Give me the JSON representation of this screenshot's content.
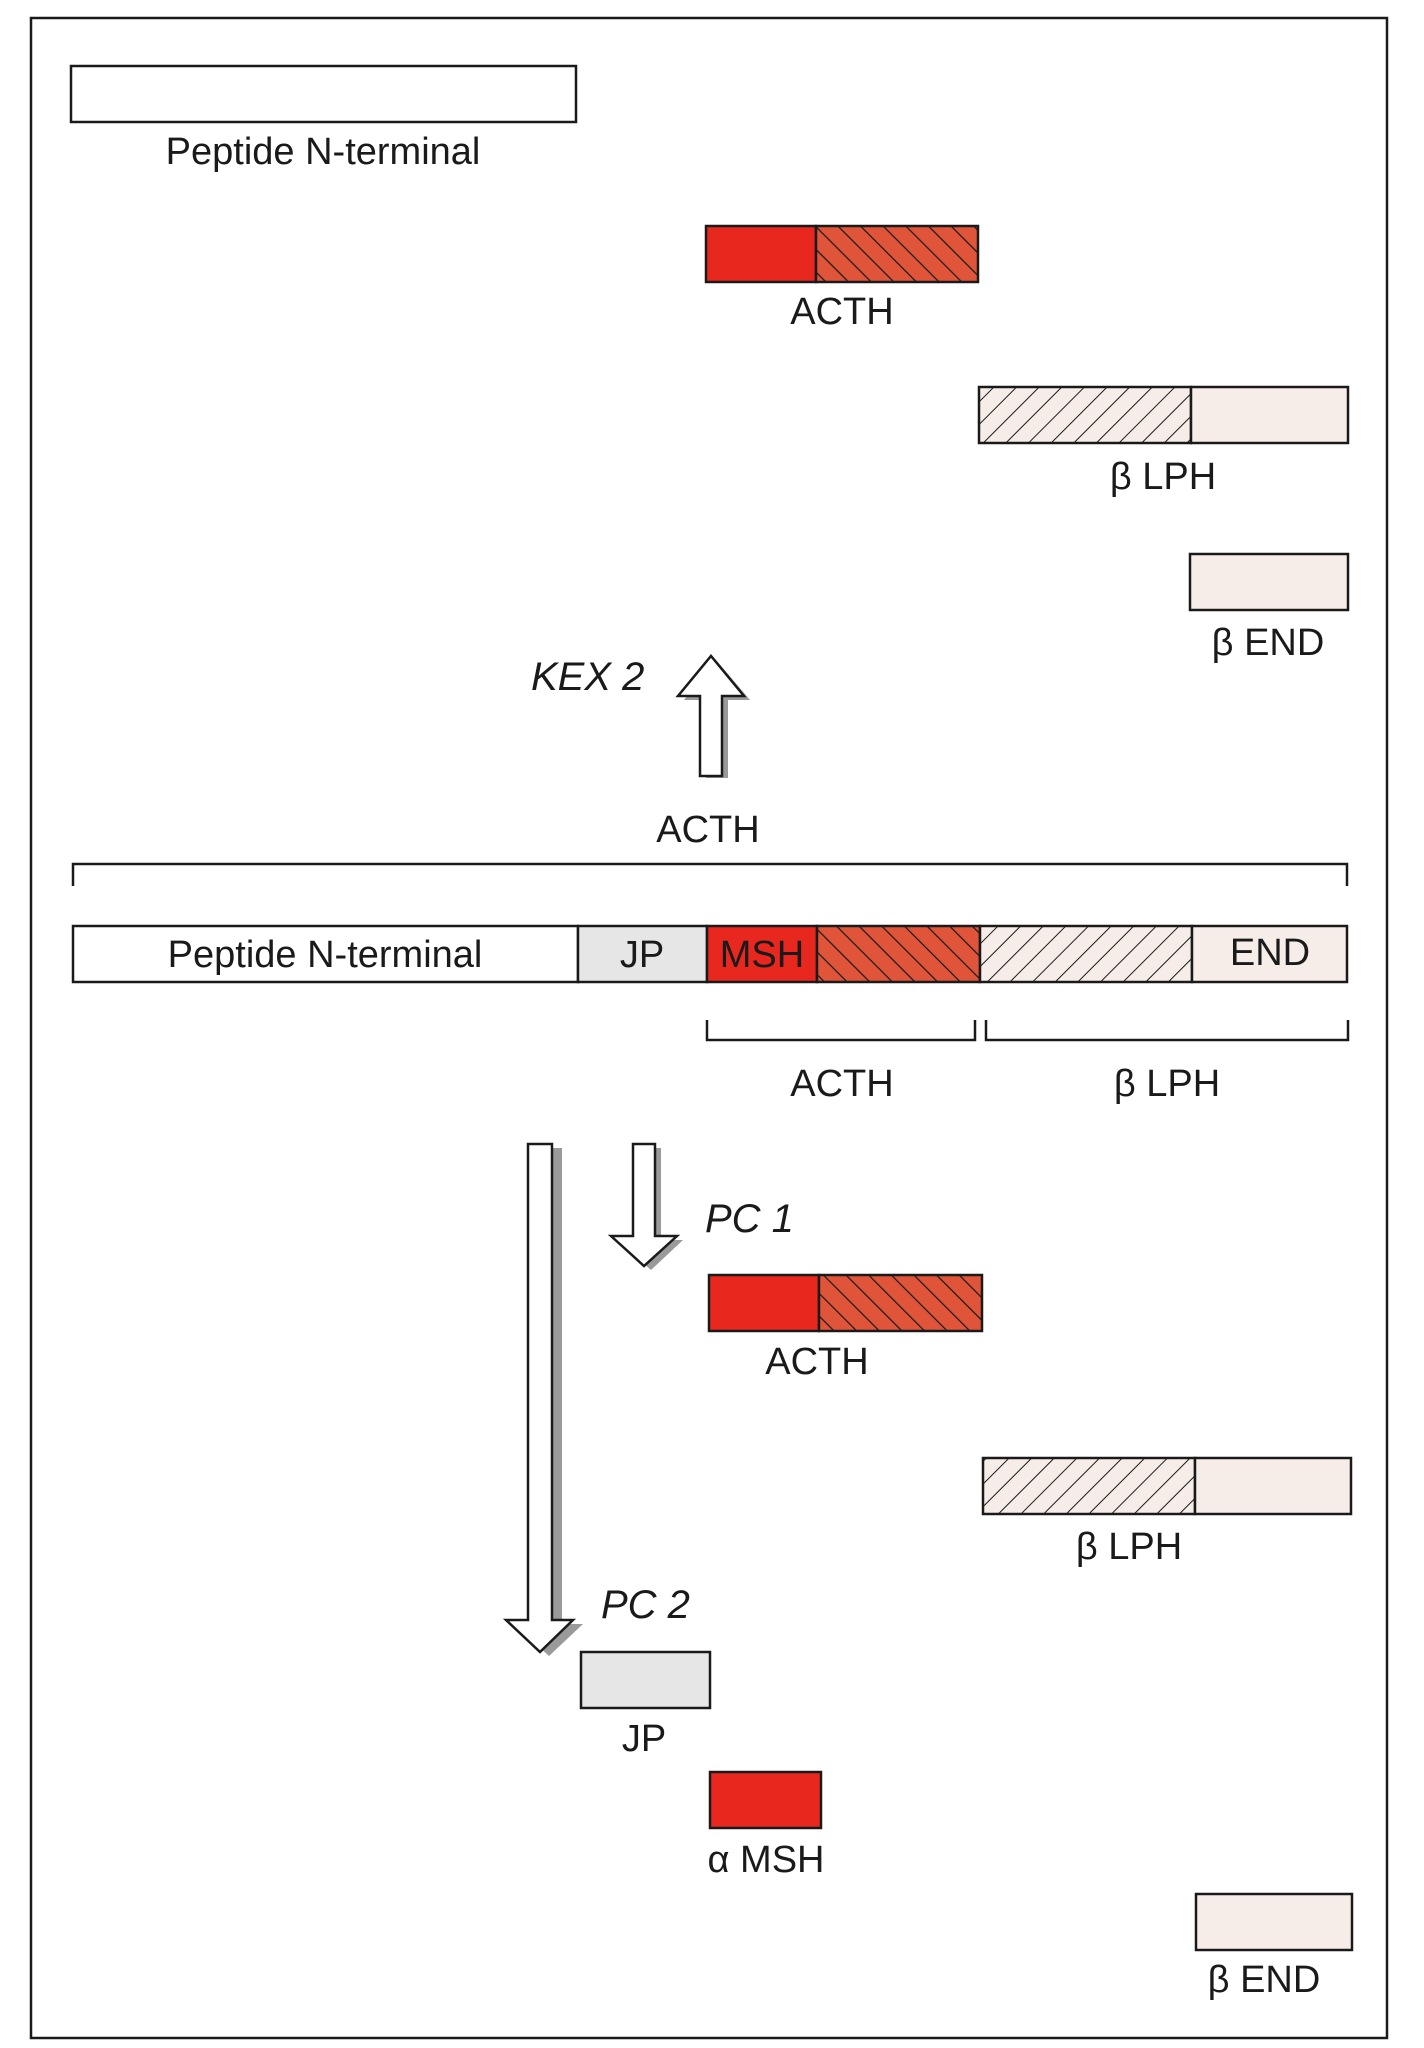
{
  "colors": {
    "red": "#e8281e",
    "hatch_red_bg": "#e0553a",
    "cream": "#f6ede8",
    "jp_gray": "#e6e6e6",
    "shadow": "#9a9a9a",
    "stroke": "#1a1a1a"
  },
  "top_products": {
    "n_terminal_label": "Peptide N-terminal",
    "acth_label": "ACTH",
    "beta_lph_label": "β LPH",
    "beta_end_label": "β END"
  },
  "kex2": {
    "enzyme_label": "KEX 2",
    "substrate_label": "ACTH"
  },
  "precursor": {
    "segments": {
      "n_terminal": "Peptide N-terminal",
      "jp": "JP",
      "msh": "MSH",
      "end": "END"
    },
    "brackets": {
      "acth": "ACTH",
      "beta_lph": "β LPH"
    }
  },
  "pc1": {
    "enzyme_label": "PC 1",
    "acth_label": "ACTH",
    "beta_lph_label": "β LPH"
  },
  "pc2": {
    "enzyme_label": "PC 2",
    "jp_label": "JP",
    "alpha_msh_label": "α MSH",
    "beta_end_label": "β END"
  }
}
